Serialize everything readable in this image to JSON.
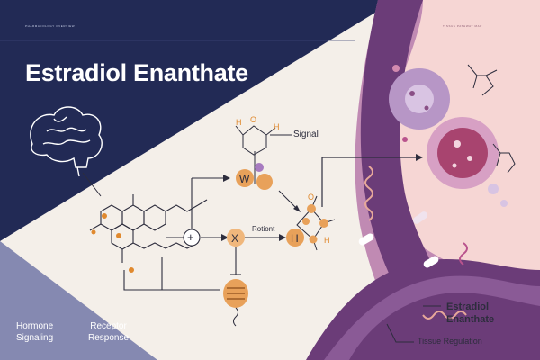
{
  "header": {
    "title": "Estradiol Enanthate",
    "tiny_left": "PHARMACOLOGY OVERVIEW",
    "tiny_right": "TISSUE PATHWAY MAP"
  },
  "labels": {
    "signal": "Signal",
    "rotiont": "Rotiont",
    "hormone_signaling": "Hormone\nSignaling",
    "receptor_response": "Receptor\nResponse",
    "legend_name": "Estradiol\nEnanthate",
    "tissue_regulation": "Tissue Regulation"
  },
  "nodes": {
    "plus": "+",
    "x": "X",
    "w": "W",
    "h": "H"
  },
  "molecule": {
    "top_h": "H",
    "top_o": "O",
    "top_hh": "H",
    "right_h": "H",
    "right_o": "O"
  },
  "colors": {
    "navy": "#222a55",
    "lavender": "#8589b1",
    "cream": "#f4efe9",
    "vessel": "#6b3c78",
    "pink": "#f6d6d4",
    "orange": "#e8a15a"
  }
}
